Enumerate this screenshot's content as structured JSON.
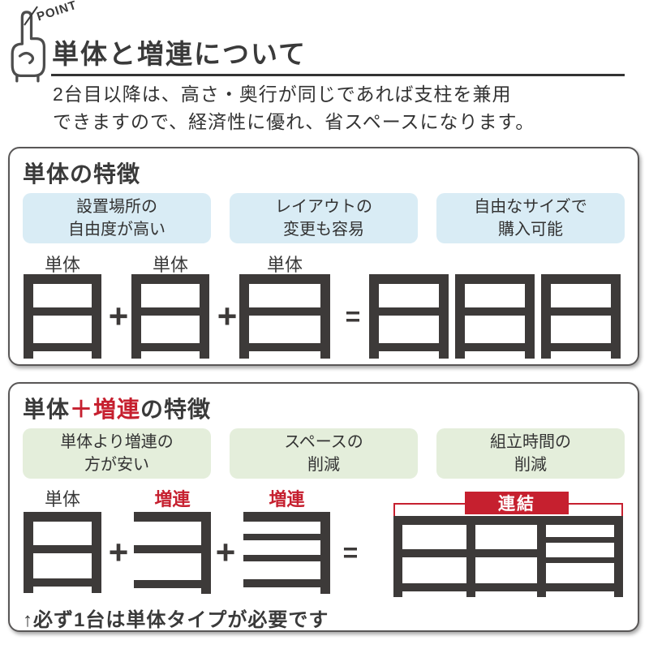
{
  "header": {
    "point_label": "POINT",
    "title": "単体と増連について",
    "description_line1": "2台目以降は、高さ・奥行が同じであれば支柱を兼用",
    "description_line2": "できますので、経済性に優れ、省スペースになります。"
  },
  "colors": {
    "accent_red": "#c6202f",
    "feature_blue": "#d9ecf5",
    "feature_green": "#e4eedb",
    "shelf_dark": "#3d3a39",
    "panel_border": "#595757"
  },
  "operators": {
    "plus": "+",
    "equals": "="
  },
  "panel_single": {
    "title": "単体の特徴",
    "features": [
      {
        "line1": "設置場所の",
        "line2": "自由度が高い"
      },
      {
        "line1": "レイアウトの",
        "line2": "変更も容易"
      },
      {
        "line1": "自由なサイズで",
        "line2": "購入可能"
      }
    ],
    "unit_labels": [
      "単体",
      "単体",
      "単体"
    ]
  },
  "panel_combo": {
    "title_part1": "単体",
    "title_part2": "＋増連",
    "title_part3": "の特徴",
    "features": [
      {
        "line1": "単体より増連の",
        "line2": "方が安い"
      },
      {
        "line1": "スペースの",
        "line2": "削減"
      },
      {
        "line1": "組立時間の",
        "line2": "削減"
      }
    ],
    "unit_labels": [
      "単体",
      "増連",
      "増連"
    ],
    "link_label": "連結",
    "note": "↑必ず1台は単体タイプが必要です"
  }
}
